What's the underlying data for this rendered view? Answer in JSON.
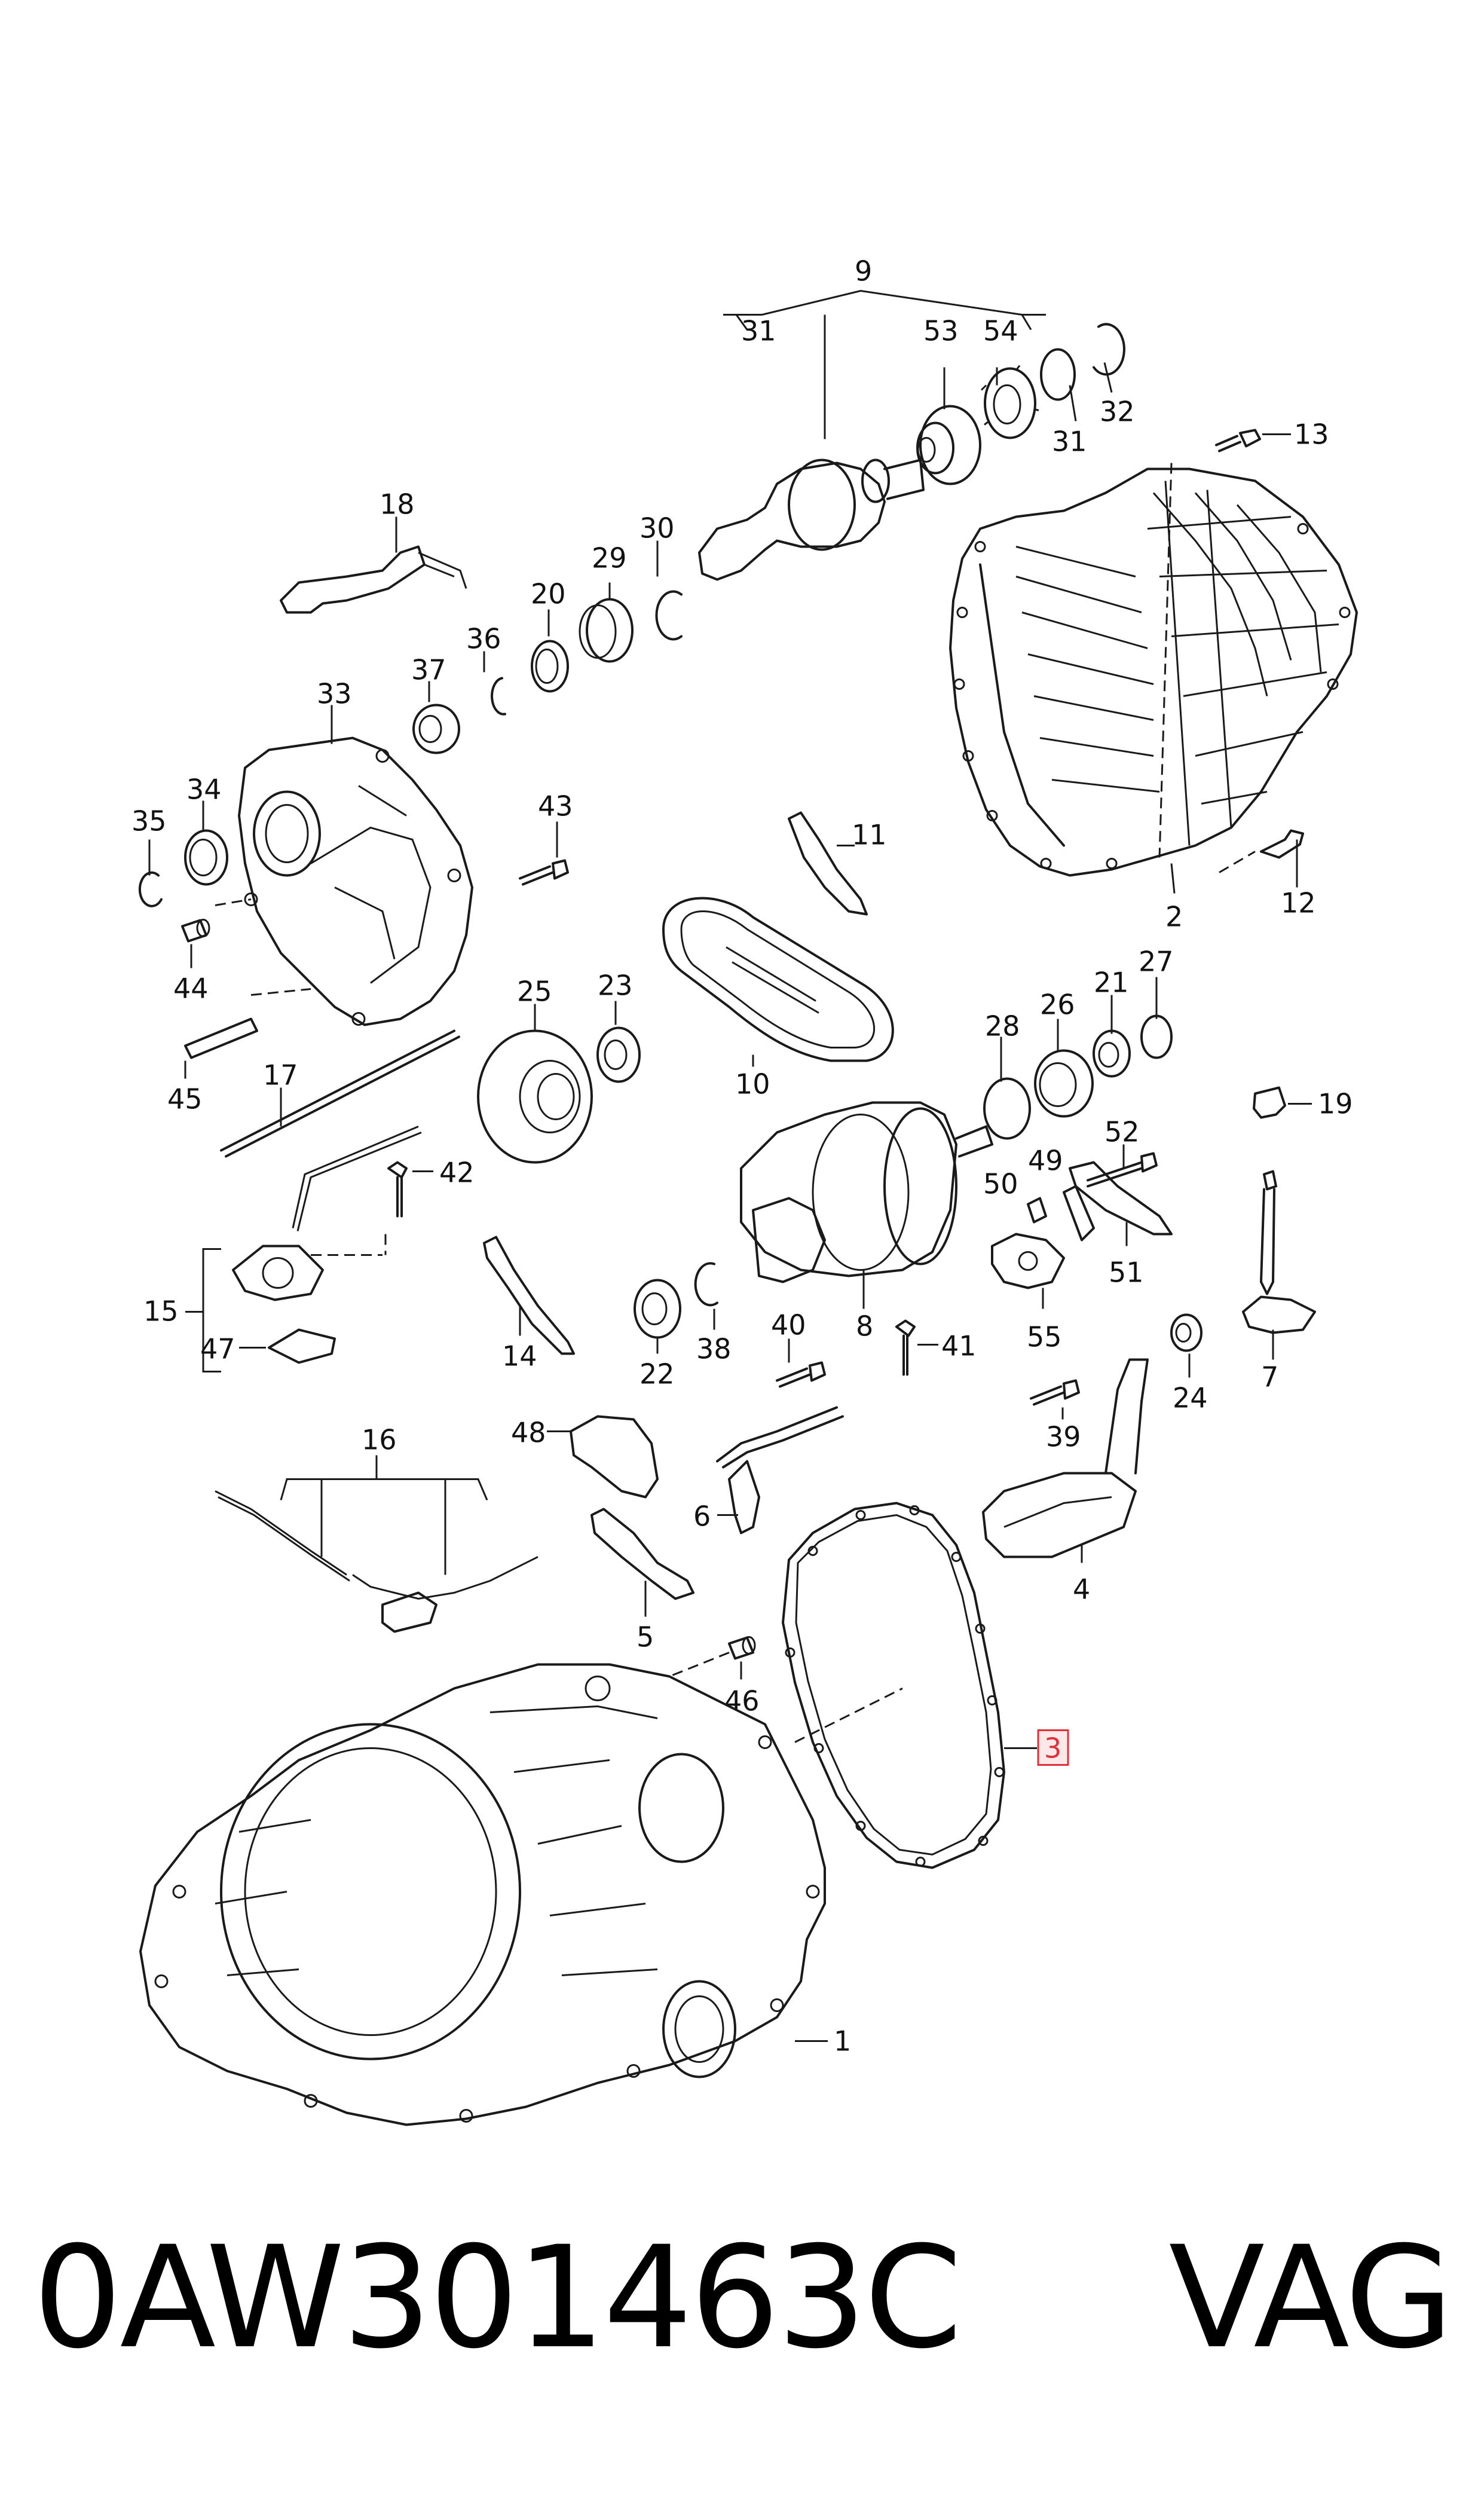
{
  "part_number": "0AW301463C",
  "brand": "VAG",
  "highlight_color": "#e0303a",
  "callouts": {
    "c9": "9",
    "c31a": "31",
    "c53": "53",
    "c54": "54",
    "c32": "32",
    "c31b": "31",
    "c13": "13",
    "c18": "18",
    "c29": "29",
    "c30": "30",
    "c20": "20",
    "c36": "36",
    "c37": "37",
    "c33": "33",
    "c34": "34",
    "c35": "35",
    "c43": "43",
    "c11": "11",
    "c44": "44",
    "c25": "25",
    "c23": "23",
    "c10": "10",
    "c28": "28",
    "c26": "26",
    "c21": "21",
    "c27": "27",
    "c12": "12",
    "c2": "2",
    "c45": "45",
    "c17": "17",
    "c19": "19",
    "c42": "42",
    "c52": "52",
    "c49": "49",
    "c50": "50",
    "c51": "51",
    "c55": "55",
    "c15": "15",
    "c47": "47",
    "c14": "14",
    "c22": "22",
    "c38": "38",
    "c40": "40",
    "c41": "41",
    "c8": "8",
    "c7": "7",
    "c24": "24",
    "c39": "39",
    "c16": "16",
    "c48": "48",
    "c6": "6",
    "c4": "4",
    "c5": "5",
    "c46": "46",
    "c3": "3",
    "c1": "1"
  }
}
